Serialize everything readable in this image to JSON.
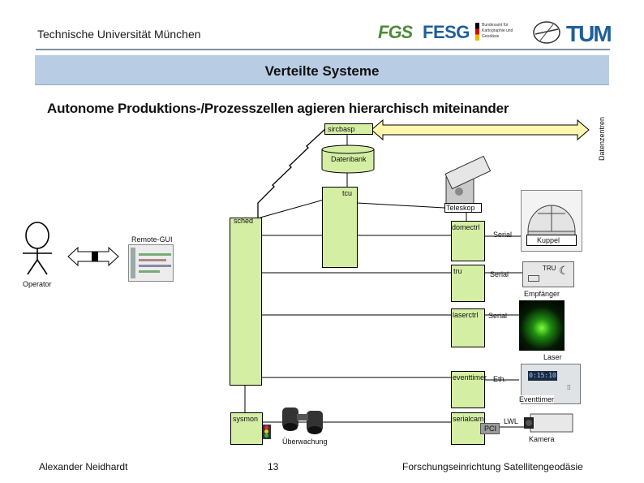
{
  "header": {
    "university": "Technische Universität München",
    "logo_fgs": "FGS",
    "logo_fesg": "FESG",
    "logo_bkg": "Bundesamt für Kartographie und Geodäsie",
    "logo_tum": "TUM"
  },
  "slide": {
    "title": "Verteilte Systeme",
    "subtitle": "Autonome Produktions-/Prozesszellen agieren hierarchisch miteinander"
  },
  "diagram": {
    "side_label": "Datenzentren",
    "nodes": {
      "sircbasp": "sircbasp",
      "datenbank": "Datenbank",
      "tcu": "tcu",
      "sched": "sched",
      "domectrl": "domectrl",
      "tru": "tru",
      "laserctrl": "laserctrl",
      "eventtimer": "eventtimer",
      "serialcam": "serialcam",
      "sysmon": "sysmon"
    },
    "connections": {
      "serial_1": "Serial",
      "serial_2": "Serial",
      "serial_3": "Serial",
      "eth": "Eth.",
      "pci": "PCI",
      "lwl": "LWL"
    },
    "devices": {
      "teleskop": "Teleskop",
      "kuppel": "Kuppel",
      "empfaenger": "Empfänger",
      "tru_panel": "TRU",
      "laser": "Laser",
      "eventtimer": "Eventtimer",
      "eventtimer_display": "0:15:10",
      "kamera": "Kamera",
      "ueberwachung": "Überwachung",
      "remote_gui": "Remote-GUI",
      "operator": "Operator"
    }
  },
  "footer": {
    "author": "Alexander Neidhardt",
    "page": "13",
    "institution": "Forschungseinrichtung Satellitengeodäsie"
  },
  "colors": {
    "box_fill": "#d4eea4",
    "title_bar": "#b8cce4",
    "arrow_fill": "#fff7b0"
  }
}
